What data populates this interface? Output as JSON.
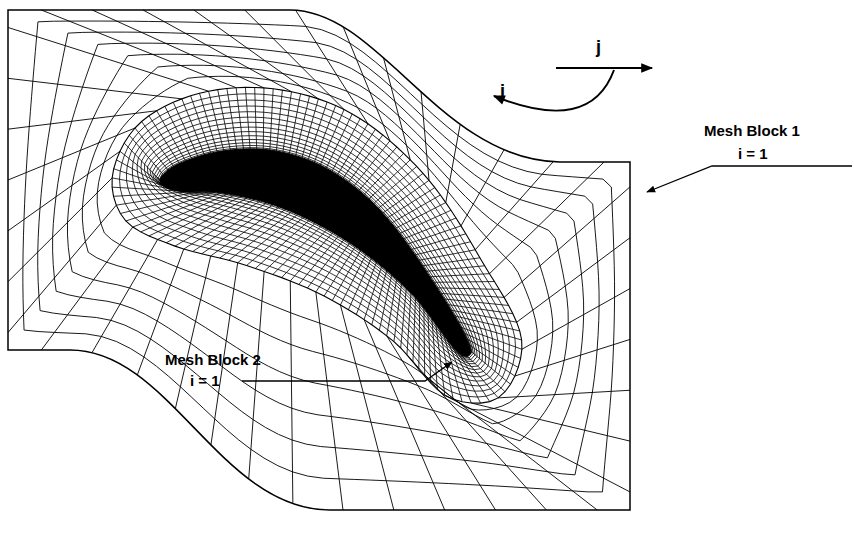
{
  "diagram": {
    "labels": [
      "j",
      "i",
      "Mesh Block 1",
      "i = 1",
      "Mesh Block 2",
      "i = 1"
    ]
  }
}
